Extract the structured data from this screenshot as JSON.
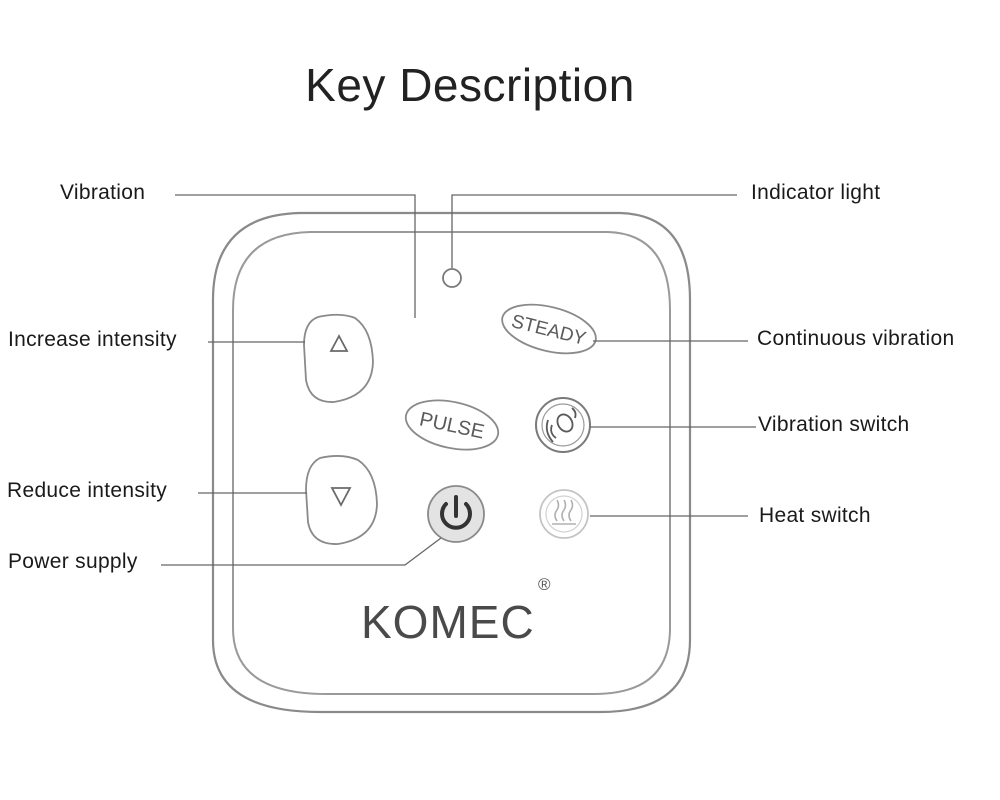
{
  "title": "Key Description",
  "brand": {
    "name": "KOMEC",
    "registered_mark": "®"
  },
  "callouts": {
    "vibration": "Vibration",
    "indicator_light": "Indicator light",
    "increase_intensity": "Increase intensity",
    "continuous_vibration": "Continuous vibration",
    "vibration_switch": "Vibration switch",
    "reduce_intensity": "Reduce intensity",
    "heat_switch": "Heat switch",
    "power_supply": "Power supply"
  },
  "buttons": {
    "steady_label": "STEADY",
    "pulse_label": "PULSE"
  },
  "icons": {
    "increase": "triangle-up-icon",
    "reduce": "triangle-down-icon",
    "power": "power-icon",
    "vibration": "vibration-icon",
    "heat": "heat-icon",
    "indicator": "indicator-light-icon"
  },
  "colors": {
    "outline": "#8a8a8a",
    "text": "#1a1a1a",
    "power_fill": "#e3e3e3",
    "heat_outline": "#c4c4c4"
  }
}
